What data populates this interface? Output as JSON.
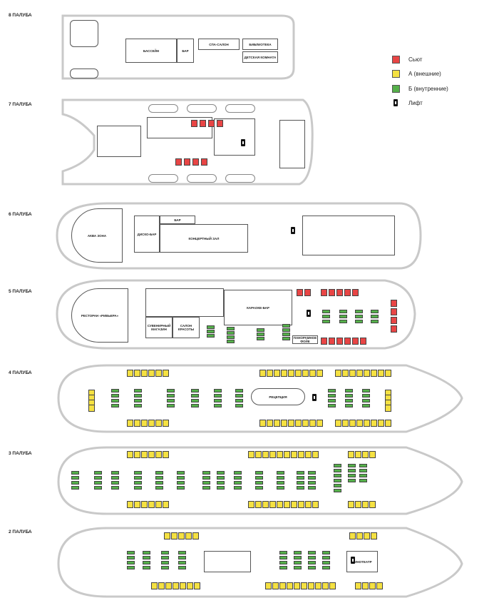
{
  "decks": [
    {
      "id": "8",
      "label": "8 ПАЛУБА"
    },
    {
      "id": "7",
      "label": "7 ПАЛУБА"
    },
    {
      "id": "6",
      "label": "6 ПАЛУБА"
    },
    {
      "id": "5",
      "label": "5 ПАЛУБА"
    },
    {
      "id": "4",
      "label": "4 ПАЛУБА"
    },
    {
      "id": "3",
      "label": "3 ПАЛУБА"
    },
    {
      "id": "2",
      "label": "2 ПАЛУБА"
    }
  ],
  "legend": {
    "suite": {
      "label": "Сьют",
      "color": "#e84545"
    },
    "outer": {
      "label": "А (внешние)",
      "color": "#f5e142"
    },
    "inner": {
      "label": "Б (внутренние)",
      "color": "#55b04a"
    },
    "lift": {
      "label": "Лифт"
    }
  },
  "rooms": {
    "pool": "БАССЕЙН",
    "bar8": "БАР",
    "spa": "СПА-САЛОН",
    "library": "БИБЛИОТЕКА",
    "kids": "ДЕТСКАЯ КОМНАТА",
    "aqua": "АКВА ЗОНА",
    "disco": "ДИСКО-БАР",
    "bar6": "БАР",
    "concert": "КОНЦЕРТНЫЙ ЗАЛ",
    "restaurant": "РЕСТОРАН «РИВЬЕРА»",
    "souvenir": "СУВЕНИРНЫЙ МАГАЗИН",
    "beauty": "САЛОН КРАСОТЫ",
    "karaoke": "КАРАОКЕ-БАР",
    "panorama": "ПАНОРАМНОЕ ФОЙЕ",
    "reception": "РЕЦЕПЦИЯ",
    "cinema": "КИНОТЕАТР"
  }
}
